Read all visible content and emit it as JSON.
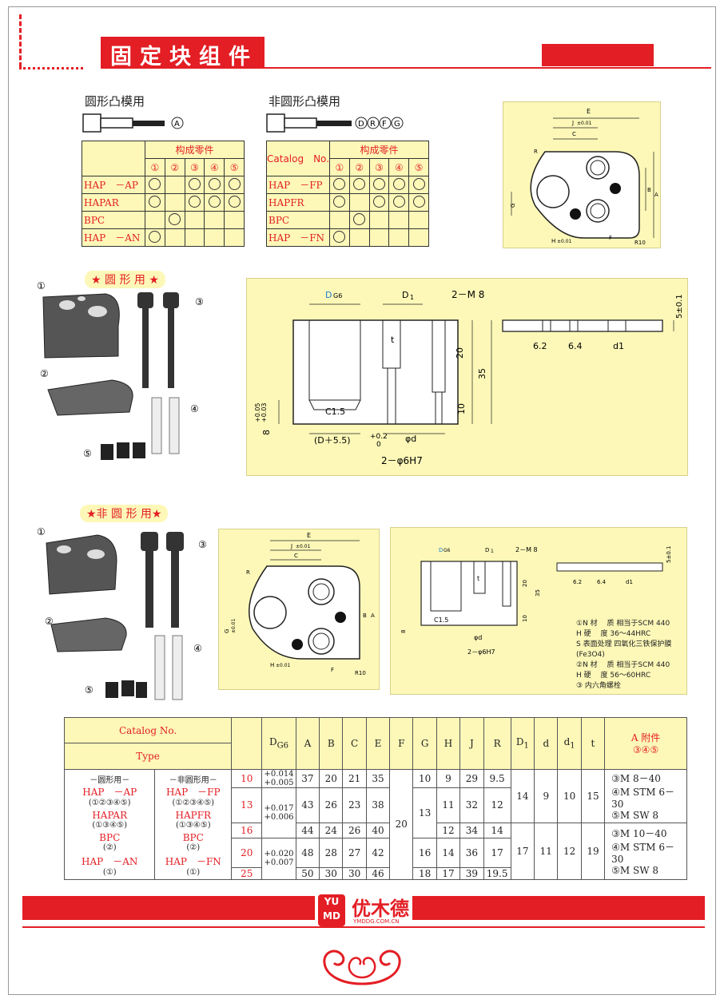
{
  "header": {
    "title": "固定块组件"
  },
  "sections": {
    "round_punch_label": "圆形凸模用",
    "round_punch_marker": "A",
    "nonround_punch_label": "非圆形凸模用",
    "nonround_markers": [
      "D",
      "R",
      "F",
      "G"
    ],
    "round_star_label": "★ 圆 形 用 ★",
    "nonround_star_label": "★非 圆 形 用★"
  },
  "comp_table_round": {
    "header": "构成零件",
    "cols": [
      "①",
      "②",
      "③",
      "④",
      "⑤"
    ],
    "rows": [
      {
        "name": "HAP　－AP",
        "marks": [
          1,
          0,
          1,
          1,
          1
        ]
      },
      {
        "name": "HAPAR",
        "marks": [
          1,
          0,
          1,
          1,
          1
        ]
      },
      {
        "name": "BPC",
        "marks": [
          0,
          1,
          0,
          0,
          0
        ]
      },
      {
        "name": "HAP　－AN",
        "marks": [
          1,
          0,
          0,
          0,
          0
        ]
      }
    ]
  },
  "comp_table_nonround": {
    "catalog": "Catalog　No.",
    "header": "构成零件",
    "cols": [
      "①",
      "②",
      "③",
      "④",
      "⑤"
    ],
    "rows": [
      {
        "name": "HAP　－FP",
        "marks": [
          1,
          1,
          1,
          1,
          1
        ]
      },
      {
        "name": "HAPFR",
        "marks": [
          1,
          0,
          1,
          1,
          1
        ]
      },
      {
        "name": "BPC",
        "marks": [
          0,
          1,
          0,
          0,
          0
        ]
      },
      {
        "name": "HAP　－FN",
        "marks": [
          1,
          0,
          0,
          0,
          0
        ]
      }
    ]
  },
  "top_drawing": {
    "E": "E",
    "J": "J",
    "J_tol": "±0.01",
    "C": "C",
    "R": "R",
    "B": "B",
    "A": "A",
    "G": "G",
    "G_tol": "±0.01",
    "H": "H",
    "H_tol": "±0.01",
    "F": "F",
    "R10": "R10"
  },
  "section_drawing": {
    "dg6": "D",
    "dg6_sub": "G6",
    "d1": "D",
    "d1_sub": "1",
    "m8": "2－M 8",
    "t": "t",
    "dim20": "20",
    "dim35": "35",
    "dim10": "10",
    "c15": "C1.5",
    "d55": "(D＋5.5)",
    "tol02": "+0.2",
    "tol0": "0",
    "phid": "φd",
    "dim8": "8",
    "tol005": "+0.05",
    "tol003": "+0.03",
    "phi6": "2－φ6H7",
    "tol5": "5±0.1",
    "dim62": "6.2",
    "dim64": "6.4",
    "d1b": "d1"
  },
  "parts_numbers": [
    "①",
    "②",
    "③",
    "④",
    "⑤"
  ],
  "material_notes": [
    "①N 材　 质 相当于SCM 440",
    "H 硬　 度 36～44HRC",
    "S 表面处理 四氧化三铁保护膜",
    "(Fe3O4)",
    "②N 材　 质 相当于SCM 440",
    "H 硬　 度 56～60HRC",
    "③ 内六角螺栓"
  ],
  "spec_table": {
    "catalog": "Catalog No.",
    "type": "Type",
    "D": "D",
    "cols": [
      "D",
      "A",
      "B",
      "C",
      "E",
      "F",
      "G",
      "H",
      "J",
      "R",
      "D",
      "d",
      "d",
      "t"
    ],
    "col_dg6_sub": "G6",
    "col_d1_sub": "1",
    "accessory": "A 附件",
    "accessory_sub": "③④⑤",
    "round_hdr": "－圆形用－",
    "nonround_hdr": "－非圆形用－",
    "types": [
      {
        "r": "HAP　－AP",
        "rs": "(①②③④⑤)",
        "n": "HAP　－FP",
        "ns": "(①②③④⑤)"
      },
      {
        "r": "HAPAR",
        "rs": "(①③④⑤)",
        "n": "HAPFR",
        "ns": "(①③④⑤)"
      },
      {
        "r": "BPC",
        "rs": "(②)",
        "n": "BPC",
        "ns": "(②)"
      },
      {
        "r": "HAP　－AN",
        "rs": "(①)",
        "n": "HAP　－FN",
        "ns": "(①)"
      }
    ],
    "rows": [
      {
        "D": "10",
        "A": "37",
        "B": "20",
        "C": "21",
        "E": "35",
        "G": "10",
        "H": "9",
        "J": "29",
        "R": "9.5"
      },
      {
        "D": "13",
        "A": "43",
        "B": "26",
        "C": "23",
        "E": "38",
        "H": "11",
        "J": "32",
        "R": "12"
      },
      {
        "D": "16",
        "A": "44",
        "B": "24",
        "C": "26",
        "E": "40",
        "H": "12",
        "J": "34",
        "R": "14"
      },
      {
        "D": "20",
        "A": "48",
        "B": "28",
        "C": "27",
        "E": "42",
        "G": "16",
        "H": "14",
        "J": "36",
        "R": "17"
      },
      {
        "D": "25",
        "A": "50",
        "B": "30",
        "C": "30",
        "E": "46",
        "G": "18",
        "H": "17",
        "J": "39",
        "R": "19.5"
      }
    ],
    "tol1a": "+0.014",
    "tol1b": "+0.005",
    "tol2a": "+0.017",
    "tol2b": "+0.006",
    "tol3a": "+0.020",
    "tol3b": "+0.007",
    "F": "20",
    "G13": "13",
    "grp1": {
      "D1": "14",
      "d": "9",
      "d1": "10",
      "t": "15",
      "acc": [
        "③M 8－40",
        "④M STM 6－30",
        "⑤M SW 8"
      ]
    },
    "grp2": {
      "D1": "17",
      "d": "11",
      "d1": "12",
      "t": "19",
      "acc": [
        "③M 10－40",
        "④M STM 6－30",
        "⑤M SW 8"
      ]
    }
  },
  "footer": {
    "logo_top": "YU",
    "logo_bot": "MD",
    "brand": "优木德",
    "url": "YMDDG.COM.CN"
  }
}
